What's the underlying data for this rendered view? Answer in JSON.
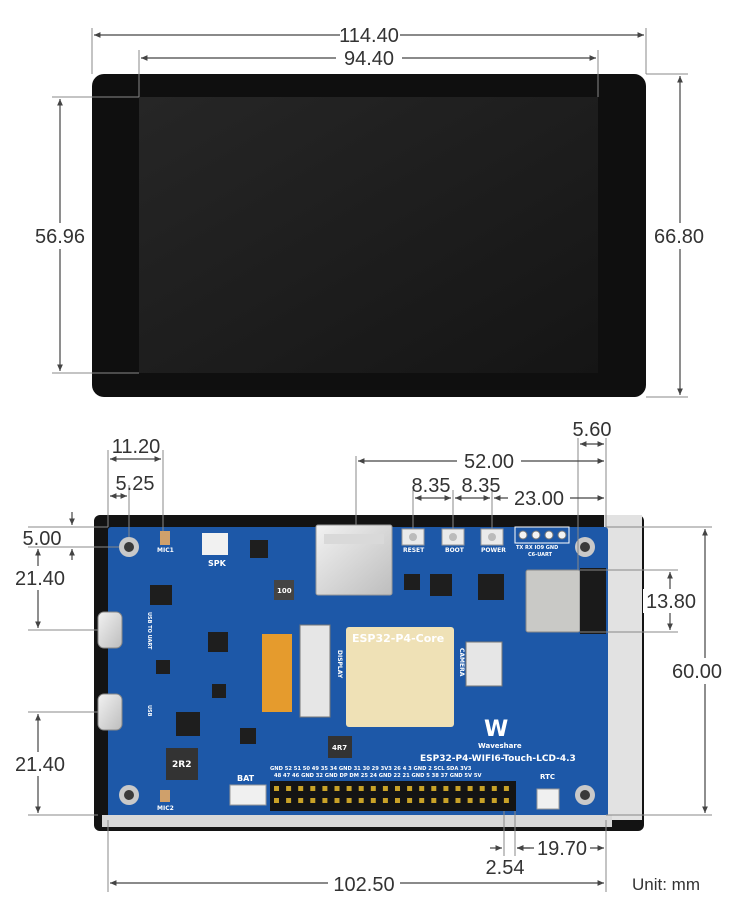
{
  "front_view": {
    "width_outer": "114.40",
    "width_active": "94.40",
    "height_active": "56.96",
    "height_outer": "66.80"
  },
  "back_view": {
    "dims": {
      "left_offset_1": "11.20",
      "left_offset_2": "5.25",
      "top_offset": "5.00",
      "usb_spacing_top": "21.40",
      "usb_spacing_bottom": "21.40",
      "connector_span": "52.00",
      "button_pitch_1": "8.35",
      "button_pitch_2": "8.35",
      "uart_offset": "23.00",
      "right_offset": "5.60",
      "module_height": "13.80",
      "board_height": "60.00",
      "header_pitch": "2.54",
      "header_right": "19.70",
      "board_width": "102.50"
    },
    "silkscreen": {
      "mic1": "MIC1",
      "mic2": "MIC2",
      "spk": "SPK",
      "reset": "RESET",
      "boot": "BOOT",
      "power": "POWER",
      "uart_pins": "TX  RX  IO9 GND",
      "uart_name": "C6-UART",
      "module_title": "ESP32-P4-Core",
      "camera": "CAMERA",
      "display": "DISPLAY",
      "brand": "Waveshare",
      "board_name": "ESP32-P4-WIFI6-Touch-LCD-4.3",
      "bat": "BAT",
      "rtc": "RTC",
      "usb_uart": "USB TO UART",
      "usb": "USB",
      "inductor_1": "4R7",
      "inductor_2": "2R2",
      "inductor_3": "100",
      "header_top_row": "GND 52   51   50   49   35   34 GND 31   30   29 3V3 26   4    3  GND  2  SCL SDA 3V3",
      "header_bottom_row": "48   47   46 GND 32 GND DP  DM  25  24 GND 22  21 GND  5   38  37 GND 5V  5V"
    },
    "unit_label": "Unit: mm"
  },
  "colors": {
    "pcb": "#1d58a8",
    "bezel": "#0f0f0f",
    "screen": "#1b1b1b"
  }
}
